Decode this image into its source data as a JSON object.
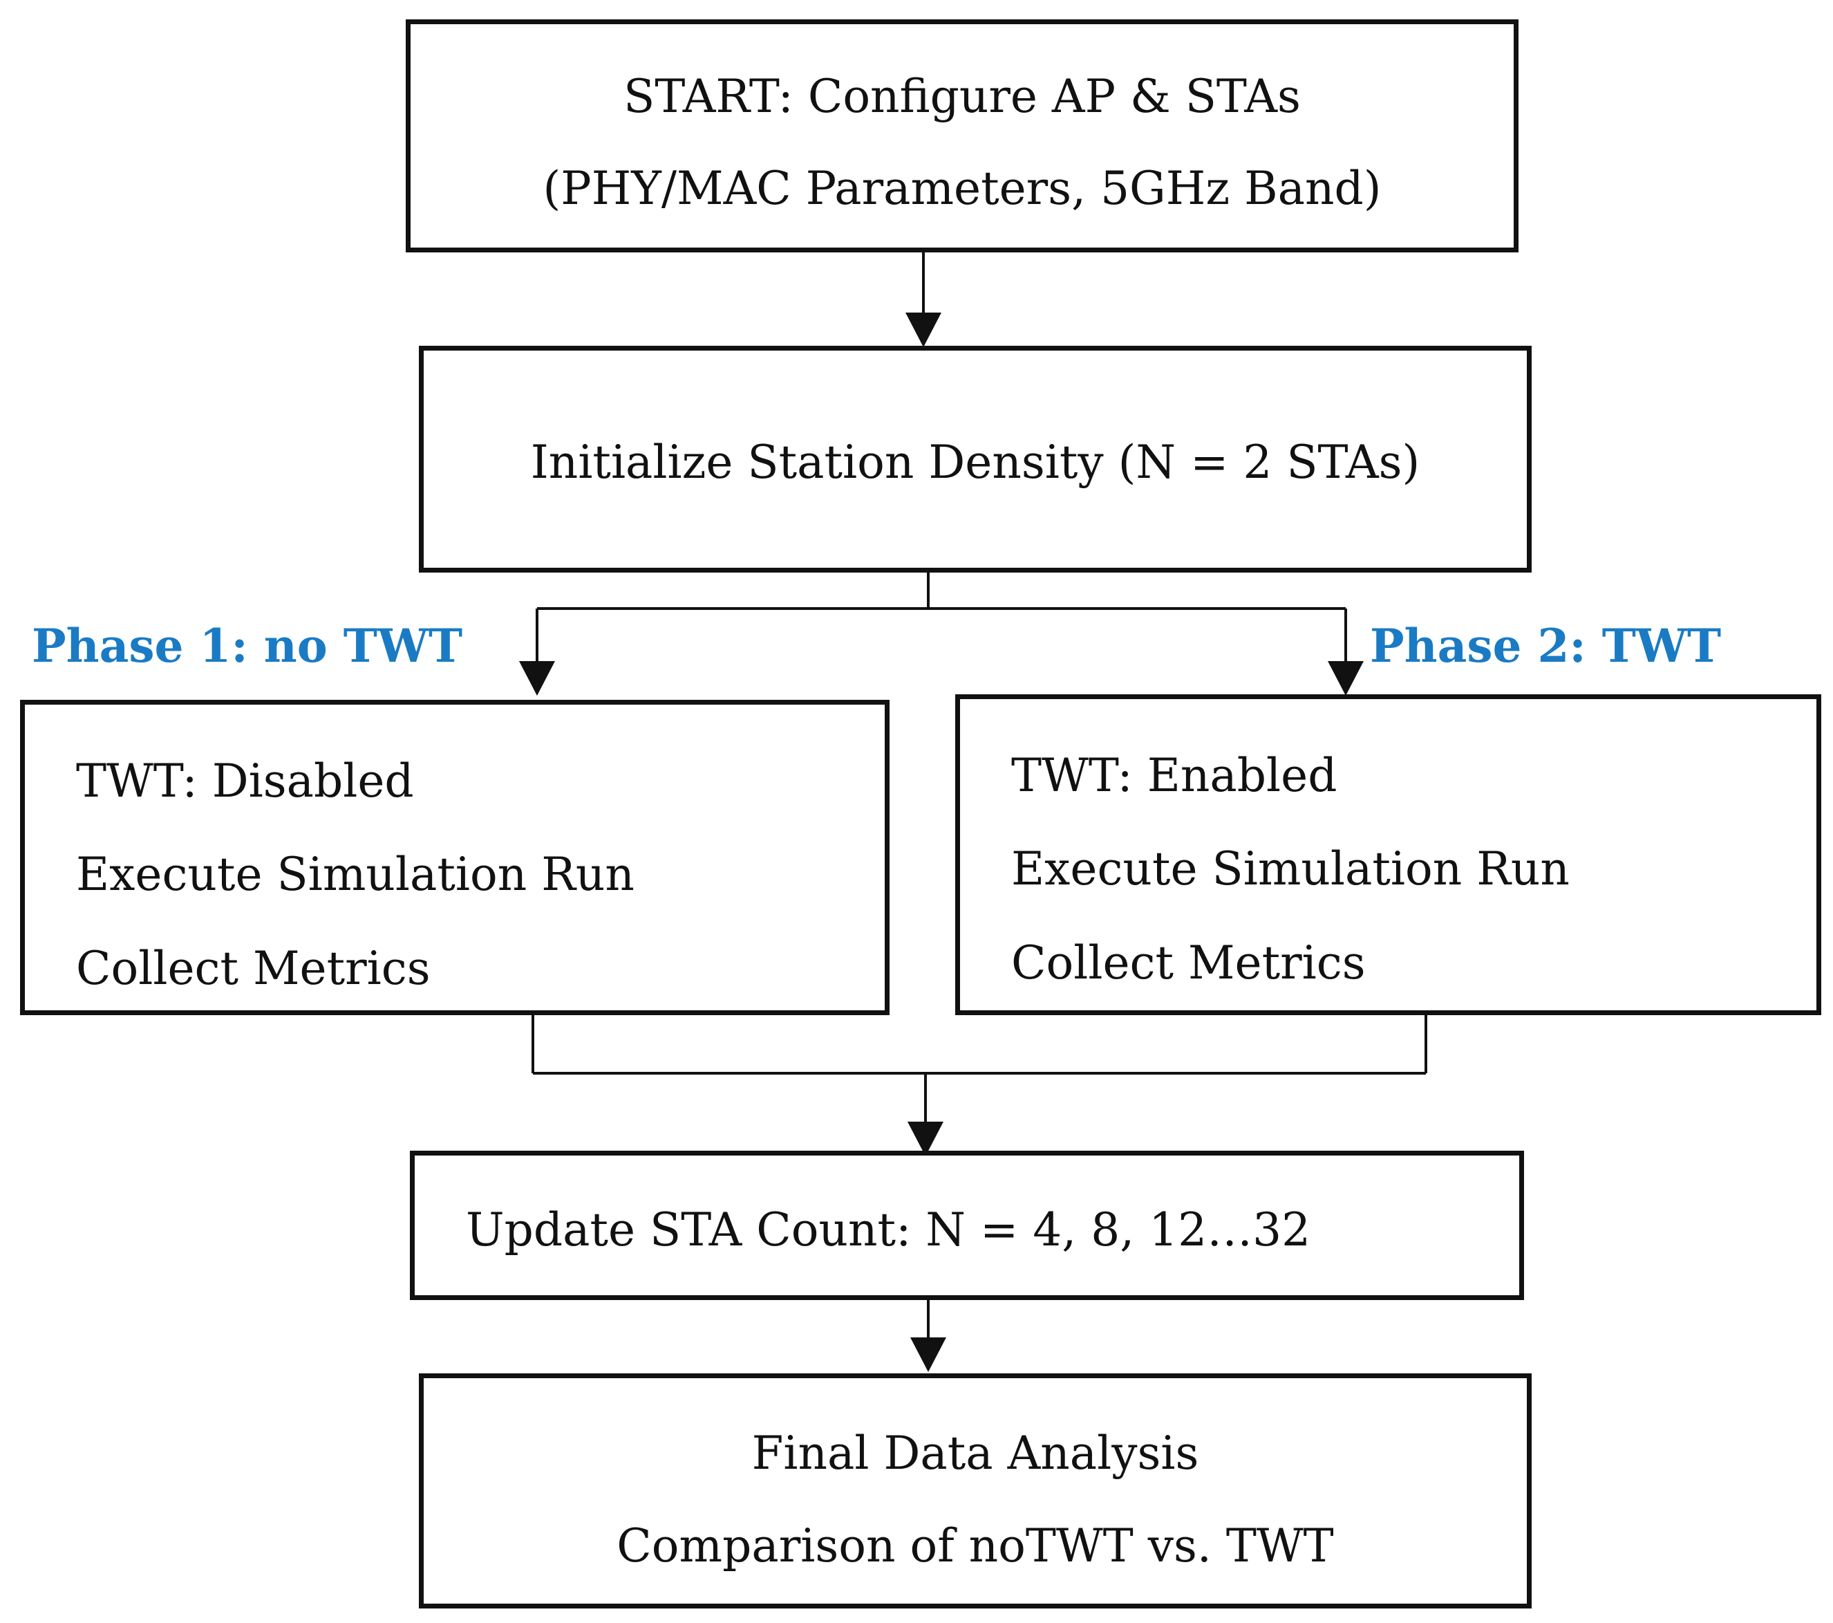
{
  "colors": {
    "stroke": "#111111",
    "phase_label": "#1a7bc4",
    "background": "#ffffff"
  },
  "start": {
    "line1": "START: Configure AP & STAs",
    "line2": "(PHY/MAC Parameters, 5GHz Band)"
  },
  "init": {
    "text": "Initialize Station Density (N = 2 STAs)"
  },
  "phase1": {
    "label": "Phase 1: no TWT",
    "line1": "TWT: Disabled",
    "line2": "Execute Simulation Run",
    "line3": "Collect Metrics"
  },
  "phase2": {
    "label": "Phase 2: TWT",
    "line1": "TWT: Enabled",
    "line2": "Execute Simulation Run",
    "line3": "Collect Metrics"
  },
  "update": {
    "text": "Update STA Count: N = 4, 8, 12…32"
  },
  "final": {
    "line1": "Final Data Analysis",
    "line2": "Comparison of noTWT vs. TWT"
  }
}
